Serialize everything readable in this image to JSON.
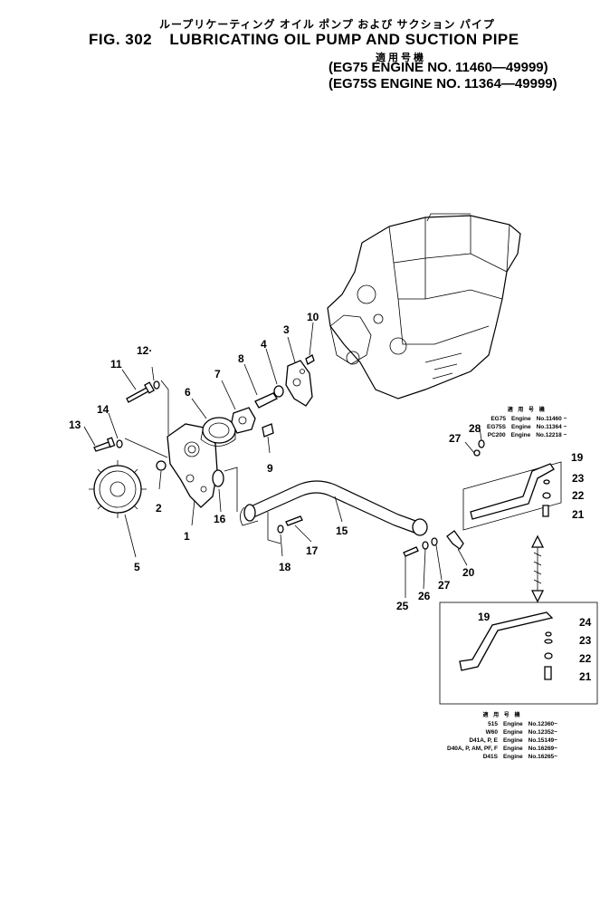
{
  "header": {
    "title_jp": "ループリケーティング オイル ポンプ および サクション パイプ",
    "fig_number": "FIG. 302",
    "fig_title": "LUBRICATING OIL PUMP AND SUCTION PIPE",
    "applicability_jp": "適用号機",
    "applicability": [
      "(EG75   ENGINE NO. 11460—49999)",
      "(EG75S ENGINE NO. 11364—49999)"
    ]
  },
  "table_upper": {
    "heading": "適 用 号 機",
    "rows": [
      {
        "model": "EG75",
        "engine": "Engine",
        "number": "No.11460 ~"
      },
      {
        "model": "EG75S",
        "engine": "Engine",
        "number": "No.11364 ~"
      },
      {
        "model": "PC200",
        "engine": "Engine",
        "number": "No.12218 ~"
      }
    ]
  },
  "table_lower": {
    "heading": "適 用 号 機",
    "rows": [
      {
        "model": "515",
        "engine": "Engine",
        "number": "No.12360~"
      },
      {
        "model": "W60",
        "engine": "Engine",
        "number": "No.12352~"
      },
      {
        "model": "D41A, P, E",
        "engine": "Engine",
        "number": "No.15149~"
      },
      {
        "model": "D40A, P, AM, PF, F",
        "engine": "Engine",
        "number": "No.16269~"
      },
      {
        "model": "D41S",
        "engine": "Engine",
        "number": "No.16265~"
      }
    ]
  },
  "callouts": {
    "c1": "1",
    "c2": "2",
    "c3": "3",
    "c4": "4",
    "c5": "5",
    "c6": "6",
    "c7": "7",
    "c8": "8",
    "c9": "9",
    "c10": "10",
    "c11": "11",
    "c12": "12·",
    "c13": "13",
    "c14": "14",
    "c15": "15",
    "c16": "16",
    "c17": "17",
    "c18": "18",
    "c19": "19",
    "c20": "20",
    "c21": "21",
    "c22": "22",
    "c23": "23",
    "c25": "25",
    "c26": "26",
    "c27": "27",
    "c27b": "27",
    "c28": "28",
    "d19": "19",
    "d21": "21",
    "d22": "22",
    "d23": "23",
    "d24": "24"
  }
}
